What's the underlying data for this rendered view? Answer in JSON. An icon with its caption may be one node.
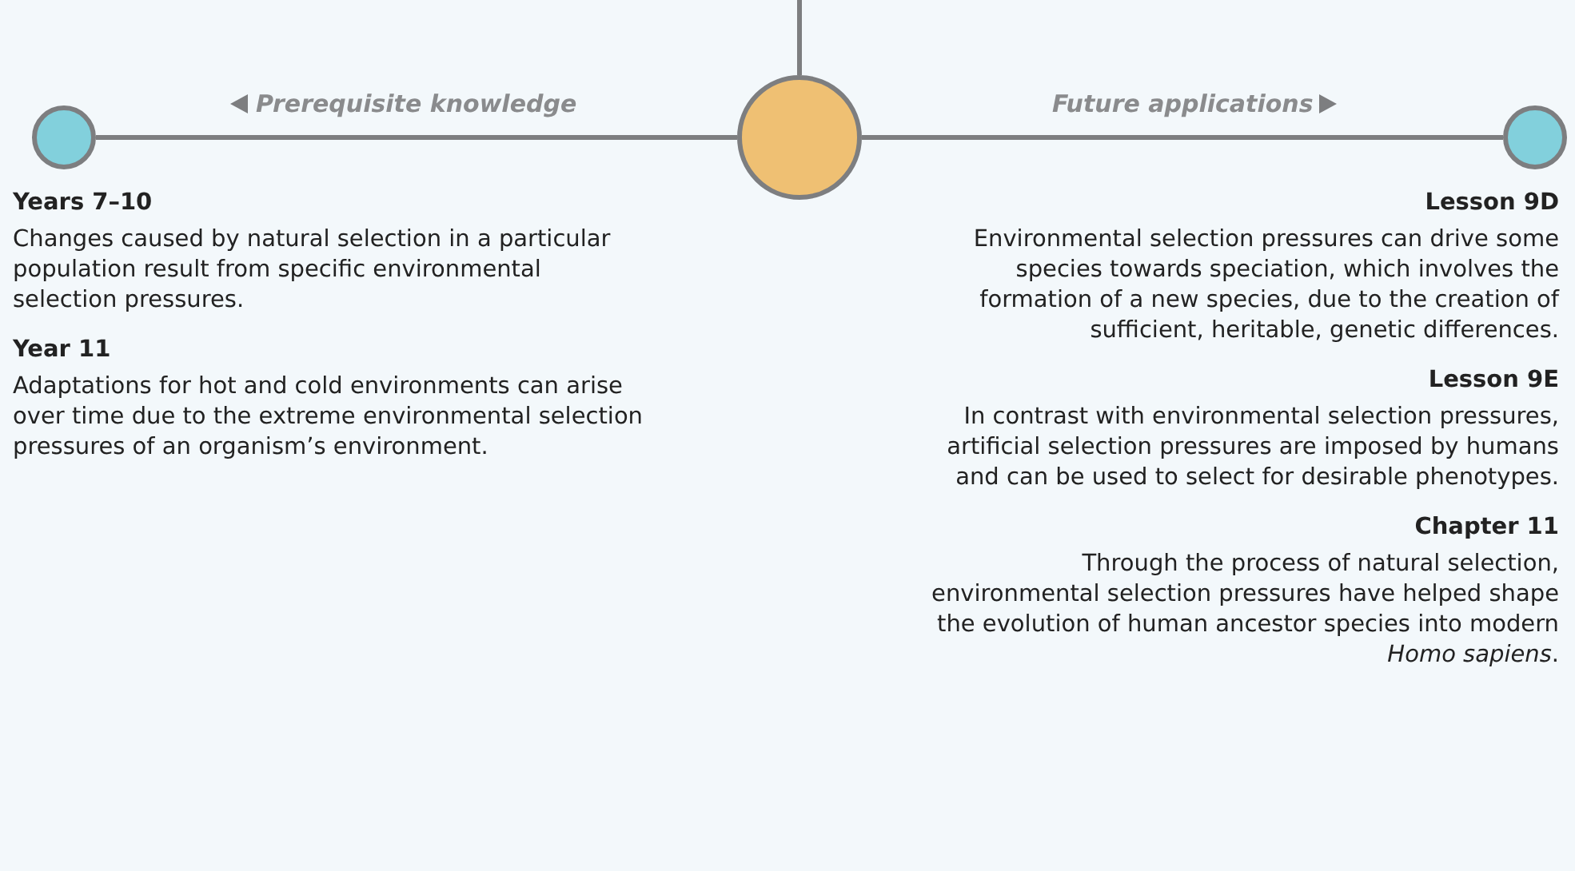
{
  "diagram": {
    "nodes": [
      {
        "text": [],
        "shape": "circle",
        "beside": [
          "Years 7–10",
          "Changes caused by natural selection in a particular population result from specific environmental selection pressures.",
          "Year 11",
          "Adaptations for hot and cold environments can arise over time due to the extreme environmental selection pressures of an organism’s environment."
        ]
      },
      {
        "text": [],
        "shape": "circle"
      },
      {
        "text": [],
        "shape": "circle",
        "beside": [
          "Lesson 9D",
          "Environmental selection pressures can drive some species towards speciation, which involves the formation of a new species, due to the creation of sufficient, heritable, genetic differences.",
          "Lesson 9E",
          "In contrast with environmental selection pressures, artificial selection pressures are imposed by humans and can be used to select for desirable phenotypes.",
          "Chapter 11",
          "Through the process of natural selection, environmental selection pressures have helped shape the evolution of human ancestor species into modern *Homo sapiens*."
        ]
      }
    ],
    "edges": [
      {
        "from": null,
        "to": 1,
        "arrow": "none"
      },
      {
        "from": 1,
        "to": 0,
        "arrow": "none",
        "label": "Prerequisite knowledge"
      },
      {
        "from": 1,
        "to": 2,
        "arrow": "none",
        "label": "Future applications"
      }
    ]
  }
}
